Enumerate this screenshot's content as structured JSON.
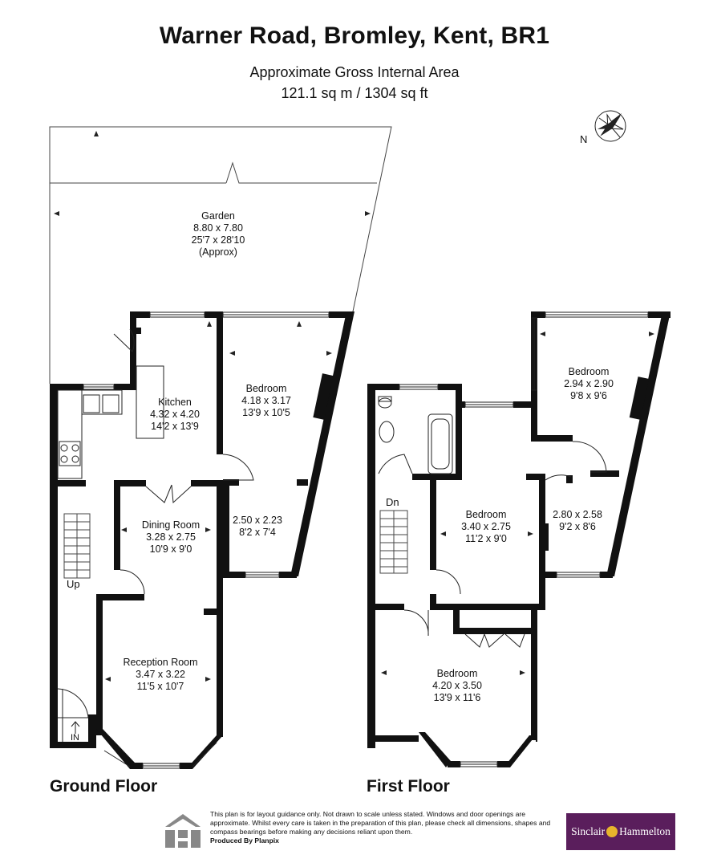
{
  "header": {
    "title": "Warner Road, Bromley, Kent, BR1",
    "area_label": "Approximate Gross Internal Area",
    "area_value": "121.1 sq m / 1304 sq ft"
  },
  "compass": {
    "label": "N"
  },
  "ground_floor": {
    "label": "Ground Floor",
    "rooms": [
      {
        "name": "Garden",
        "metric": "8.80 x 7.80",
        "imperial": "25'7 x 28'10",
        "note": "(Approx)"
      },
      {
        "name": "Kitchen",
        "metric": "4.32 x 4.20",
        "imperial": "14'2 x 13'9"
      },
      {
        "name": "Bedroom",
        "metric": "4.18 x 3.17",
        "imperial": "13'9 x 10'5"
      },
      {
        "name": "",
        "metric": "2.50 x 2.23",
        "imperial": "8'2 x 7'4"
      },
      {
        "name": "Dining Room",
        "metric": "3.28 x 2.75",
        "imperial": "10'9 x 9'0"
      },
      {
        "name": "Reception Room",
        "metric": "3.47 x 3.22",
        "imperial": "11'5 x 10'7"
      }
    ],
    "stairs_label": "Up",
    "entrance_label": "IN"
  },
  "first_floor": {
    "label": "First Floor",
    "rooms": [
      {
        "name": "Bedroom",
        "metric": "2.94 x 2.90",
        "imperial": "9'8 x 9'6"
      },
      {
        "name": "",
        "metric": "2.80 x 2.58",
        "imperial": "9'2 x 8'6"
      },
      {
        "name": "Bedroom",
        "metric": "3.40 x 2.75",
        "imperial": "11'2 x 9'0"
      },
      {
        "name": "Bedroom",
        "metric": "4.20 x 3.50",
        "imperial": "13'9 x 11'6"
      }
    ],
    "stairs_label": "Dn"
  },
  "footer": {
    "disclaimer": "This plan is for layout guidance only. Not drawn to scale unless stated. Windows and door openings are approximate. Whilst every care is taken in the preparation of this plan, please check all dimensions, shapes and compass bearings before making any decisions reliant upon them.",
    "produced_by": "Produced By Planpix",
    "brand_left": "Sinclair",
    "brand_right": "Hammelton",
    "brand_color": "#5a1e5c"
  }
}
